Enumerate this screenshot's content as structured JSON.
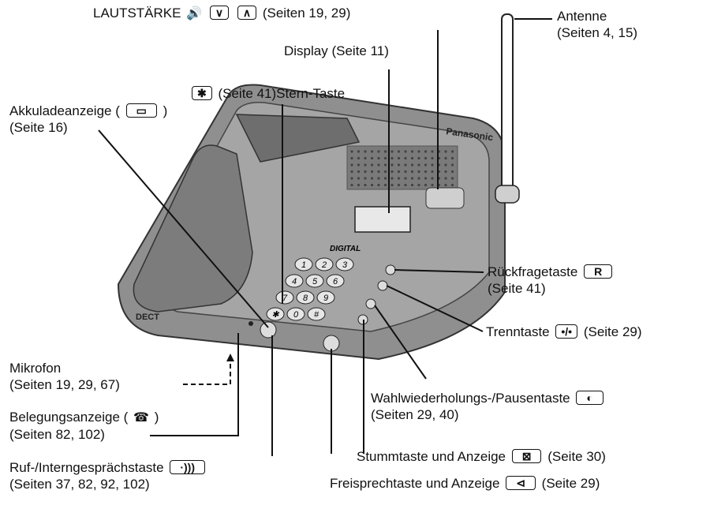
{
  "labels": {
    "lautstaerke": {
      "text": "LAUTSTÄRKE",
      "pages": "(Seiten 19, 29)"
    },
    "display": "Display (Seite 11)",
    "stern": {
      "pages": "(Seite 41)",
      "name": "Stern-Taste"
    },
    "akku": {
      "text": "Akkuladeanzeige (",
      "close": ")",
      "pages": "(Seite 16)"
    },
    "antenne": {
      "text": "Antenne",
      "pages": "(Seiten 4, 15)"
    },
    "rueckfrage": {
      "text": "Rückfragetaste",
      "key": "R",
      "pages": "(Seite 41)"
    },
    "trenn": {
      "text": "Trenntaste",
      "pages": "(Seite 29)"
    },
    "mikrofon": {
      "text": "Mikrofon",
      "pages": "(Seiten 19, 29, 67)"
    },
    "belegung": {
      "text": "Belegungsanzeige (",
      "close": ")",
      "pages": "(Seiten 82, 102)"
    },
    "wahl": {
      "text": "Wahlwiederholungs-/Pausentaste",
      "pages": "(Seiten 29, 40)"
    },
    "stumm": {
      "text": "Stummtaste und Anzeige",
      "pages": "(Seite 30)"
    },
    "freisprech": {
      "text": "Freisprechtaste und Anzeige",
      "pages": "(Seite 29)"
    },
    "ruf": {
      "text": "Ruf-/Interngesprächstaste",
      "pages": "(Seiten 37, 82, 92, 102)"
    }
  },
  "device": {
    "brand": "Panasonic",
    "model": "DECT",
    "keypad_keys": [
      "1",
      "2",
      "3",
      "4",
      "5",
      "6",
      "7",
      "8",
      "9",
      "✱",
      "0",
      "#"
    ],
    "digital_label": "DIGITAL"
  },
  "icons": {
    "volume": "speaker-volume-icon",
    "down": "chevron-down-icon",
    "up": "chevron-up-icon",
    "star": "star-key-icon",
    "battery": "battery-icon",
    "handset": "handset-icon",
    "trenn": "flash-icon",
    "redial": "redial-pause-icon",
    "mute": "mute-icon",
    "speaker": "speakerphone-icon",
    "intercom": "intercom-icon"
  }
}
